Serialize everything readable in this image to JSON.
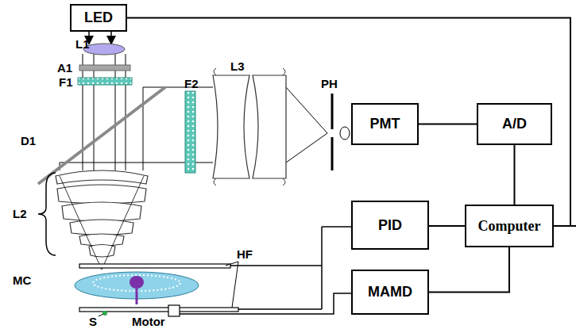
{
  "diagram": {
    "nodes": [
      {
        "text": [
          "LED"
        ]
      },
      {
        "text": [
          "PMT"
        ]
      },
      {
        "text": [
          "A/D"
        ]
      },
      {
        "text": [
          "PID"
        ]
      },
      {
        "text": [
          "Computer"
        ]
      },
      {
        "text": [
          "MAMD"
        ]
      }
    ],
    "edges": [
      {
        "from": 0,
        "to": 4,
        "arrow": "none"
      },
      {
        "from": 1,
        "to": 2,
        "arrow": "none"
      },
      {
        "from": 2,
        "to": 4,
        "arrow": "none"
      },
      {
        "from": 3,
        "to": 4,
        "arrow": "none"
      },
      {
        "from": 5,
        "to": 4,
        "arrow": "none"
      }
    ],
    "labels": [
      "L1",
      "A1",
      "F1",
      "D1",
      "F2",
      "L3",
      "PH",
      "L2",
      "HF",
      "MC",
      "S",
      "Motor"
    ]
  }
}
